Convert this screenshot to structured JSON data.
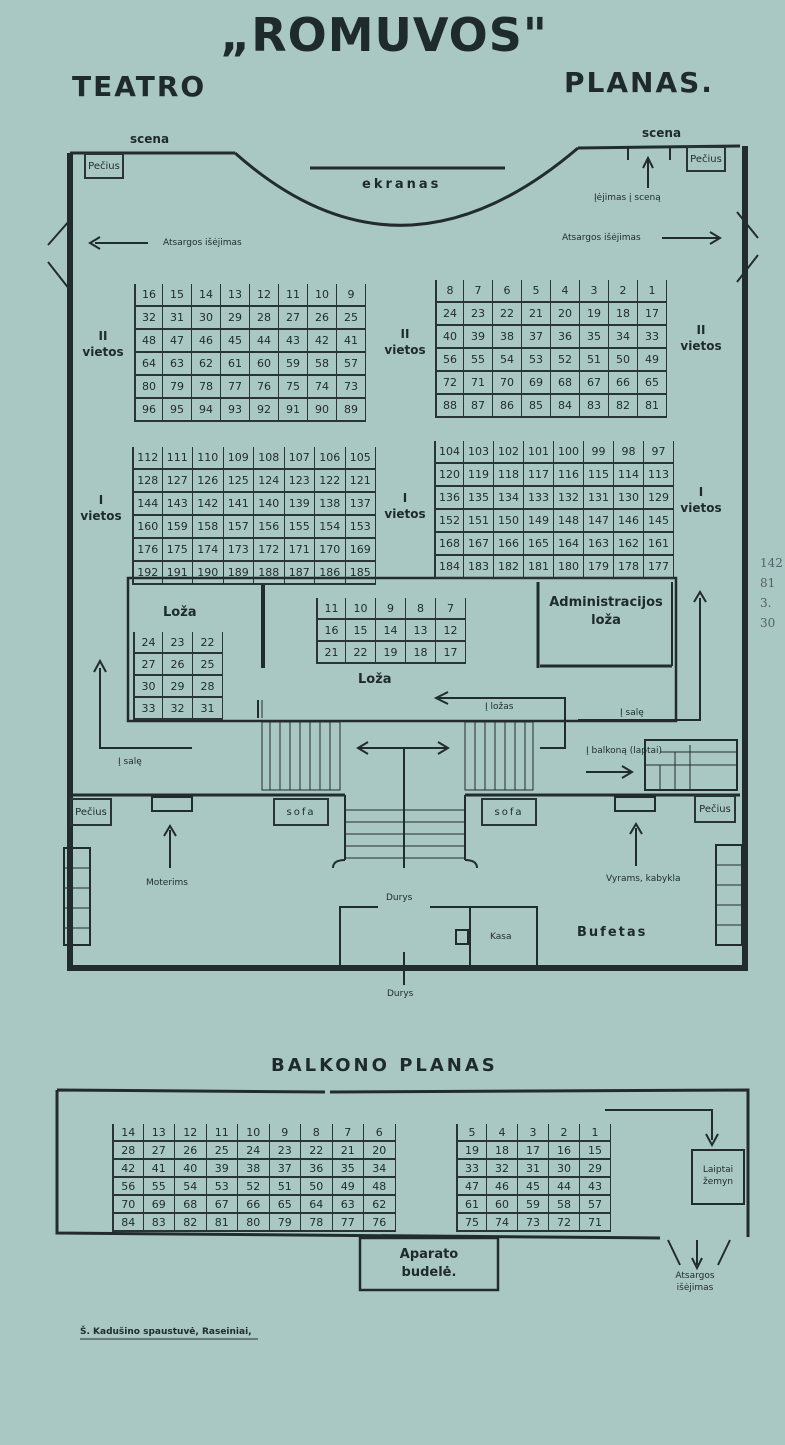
{
  "header": {
    "title": "„ROMUVOS\"",
    "left": "TEATRO",
    "right": "PLANAS."
  },
  "labels": {
    "scena_left": "scena",
    "scena_right": "scena",
    "ekranas": "ekranas",
    "pecius_tl": "Pečius",
    "pecius_tr": "Pečius",
    "pecius_bl": "Pečius",
    "pecius_br": "Pečius",
    "iejimas": "Įėjimas į sceną",
    "atsargos_left": "Atsargos išėjimas",
    "atsargos_right": "Atsargos išėjimas",
    "ii_vietos_left": [
      "II",
      "vietos"
    ],
    "ii_vietos_mid": [
      "II",
      "vietos"
    ],
    "ii_vietos_right": [
      "II",
      "vietos"
    ],
    "i_vietos_left": [
      "I",
      "vietos"
    ],
    "i_vietos_mid": [
      "I",
      "vietos"
    ],
    "i_vietos_right": [
      "I",
      "vietos"
    ],
    "loza_left": "Loža",
    "loza_mid": "Loža",
    "admin": [
      "Administracijos",
      "loža"
    ],
    "i_lozas": "Į ložas",
    "i_sale_left": "Į salę",
    "i_sale_right": "Į salę",
    "i_balkona": "Į balkoną (laptai)",
    "sofa_left": "sofa",
    "sofa_right": "sofa",
    "moterims": "Moterims",
    "vyrams": "Vyrams, kabykla",
    "durys_top": "Durys",
    "durys_bottom": "Durys",
    "kasa": "Kasa",
    "bufetas": "Bufetas",
    "balkono_planas": "BALKONO PLANAS",
    "laiptai": [
      "Laiptai",
      "žemyn"
    ],
    "aparato": [
      "Aparato",
      "budelė."
    ],
    "atsargos_balcony": [
      "Atsargos",
      "išėjimas"
    ],
    "printer": "Š. Kadušino spaustuvė, Raseiniai,"
  },
  "margin_notes": [
    "142",
    "81",
    "3.",
    "30"
  ],
  "seats": {
    "ii_left": [
      [
        16,
        15,
        14,
        13,
        12,
        11,
        10,
        9
      ],
      [
        32,
        31,
        30,
        29,
        28,
        27,
        26,
        25
      ],
      [
        48,
        47,
        46,
        45,
        44,
        43,
        42,
        41
      ],
      [
        64,
        63,
        62,
        61,
        60,
        59,
        58,
        57
      ],
      [
        80,
        79,
        78,
        77,
        76,
        75,
        74,
        73
      ],
      [
        96,
        95,
        94,
        93,
        92,
        91,
        90,
        89
      ]
    ],
    "ii_right": [
      [
        8,
        7,
        6,
        5,
        4,
        3,
        2,
        1
      ],
      [
        24,
        23,
        22,
        21,
        20,
        19,
        18,
        17
      ],
      [
        40,
        39,
        38,
        37,
        36,
        35,
        34,
        33
      ],
      [
        56,
        55,
        54,
        53,
        52,
        51,
        50,
        49
      ],
      [
        72,
        71,
        70,
        69,
        68,
        67,
        66,
        65
      ],
      [
        88,
        87,
        86,
        85,
        84,
        83,
        82,
        81
      ]
    ],
    "i_left": [
      [
        112,
        111,
        110,
        109,
        108,
        107,
        106,
        105
      ],
      [
        128,
        127,
        126,
        125,
        124,
        123,
        122,
        121
      ],
      [
        144,
        143,
        142,
        141,
        140,
        139,
        138,
        137
      ],
      [
        160,
        159,
        158,
        157,
        156,
        155,
        154,
        153
      ],
      [
        176,
        175,
        174,
        173,
        172,
        171,
        170,
        169
      ],
      [
        192,
        191,
        190,
        189,
        188,
        187,
        186,
        185
      ]
    ],
    "i_right": [
      [
        104,
        103,
        102,
        101,
        100,
        99,
        98,
        97
      ],
      [
        120,
        119,
        118,
        117,
        116,
        115,
        114,
        113
      ],
      [
        136,
        135,
        134,
        133,
        132,
        131,
        130,
        129
      ],
      [
        152,
        151,
        150,
        149,
        148,
        147,
        146,
        145
      ],
      [
        168,
        167,
        166,
        165,
        164,
        163,
        162,
        161
      ],
      [
        184,
        183,
        182,
        181,
        180,
        179,
        178,
        177
      ]
    ],
    "loza_left": [
      [
        24,
        23,
        22
      ],
      [
        27,
        26,
        25
      ],
      [
        30,
        29,
        28
      ],
      [
        33,
        32,
        31
      ]
    ],
    "loza_mid": [
      [
        11,
        10,
        9,
        8,
        7
      ],
      [
        16,
        15,
        14,
        13,
        12
      ],
      [
        21,
        22,
        19,
        18,
        17
      ]
    ],
    "balcony_left": [
      [
        14,
        13,
        12,
        11,
        10,
        9,
        8,
        7,
        6
      ],
      [
        28,
        27,
        26,
        25,
        24,
        23,
        22,
        21,
        20
      ],
      [
        42,
        41,
        40,
        39,
        38,
        37,
        36,
        35,
        34
      ],
      [
        56,
        55,
        54,
        53,
        52,
        51,
        50,
        49,
        48
      ],
      [
        70,
        69,
        68,
        67,
        66,
        65,
        64,
        63,
        62
      ],
      [
        84,
        83,
        82,
        81,
        80,
        79,
        78,
        77,
        76
      ]
    ],
    "balcony_right": [
      [
        5,
        4,
        3,
        2,
        1
      ],
      [
        19,
        18,
        17,
        16,
        15
      ],
      [
        33,
        32,
        31,
        30,
        29
      ],
      [
        47,
        46,
        45,
        44,
        43
      ],
      [
        61,
        60,
        59,
        58,
        57
      ],
      [
        75,
        74,
        73,
        72,
        71
      ]
    ]
  }
}
